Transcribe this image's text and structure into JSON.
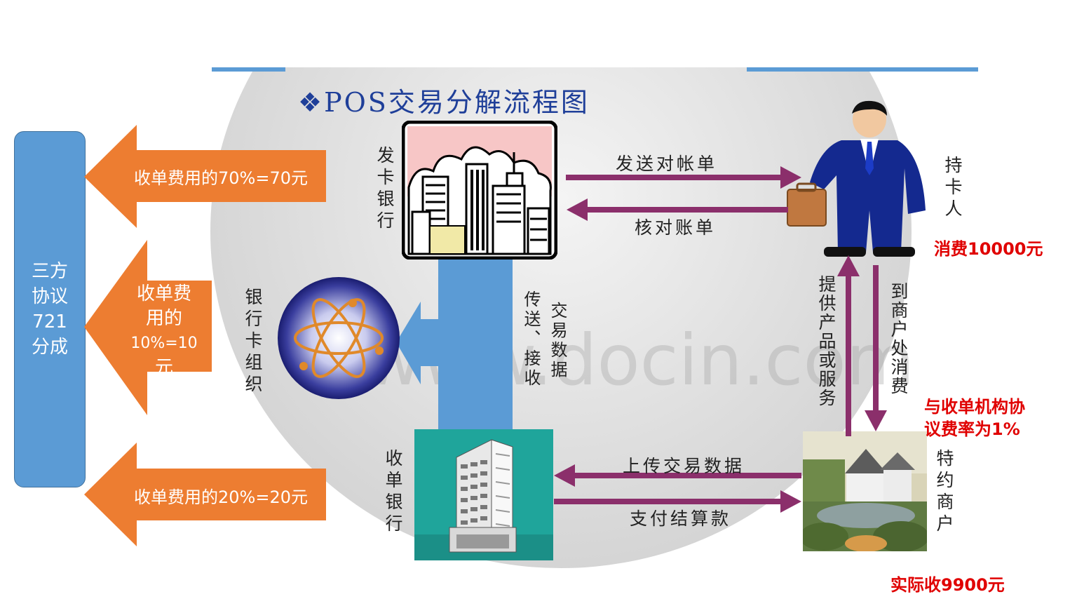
{
  "title": "❖POS交易分解流程图",
  "watermark": "www.docin.com",
  "left_box": {
    "lines": [
      "三方",
      "协议",
      "721",
      "分成"
    ]
  },
  "fee_arrows": {
    "top": "收单费用的70%=70元",
    "middle_lines": [
      "收单费",
      "用的",
      "10%=10",
      "元"
    ],
    "bottom": "收单费用的20%=20元"
  },
  "nodes": {
    "issuer_bank": "发卡银行",
    "card_org": "银行卡组织",
    "acquirer_bank": "收单银行",
    "cardholder": "持卡人",
    "merchant": "特约商户"
  },
  "flows": {
    "send_statement": "发送对帐单",
    "check_statement": "核对账单",
    "transfer_data_1": "交易数据",
    "transfer_data_2": "传送、接收",
    "upload_data": "上传交易数据",
    "pay_settlement": "支付结算款",
    "provide_goods": "提供产品或服务",
    "go_consume": "到商户处消费"
  },
  "amounts": {
    "consume": "消费10000元",
    "rate_line1": "与收单机构协",
    "rate_line2": "议费率为1%",
    "actual": "实际收9900元"
  },
  "colors": {
    "blue_box": "#5b9bd5",
    "orange": "#ed7d31",
    "arrow_purple": "#8b2f6b",
    "red_text": "#e00000"
  }
}
